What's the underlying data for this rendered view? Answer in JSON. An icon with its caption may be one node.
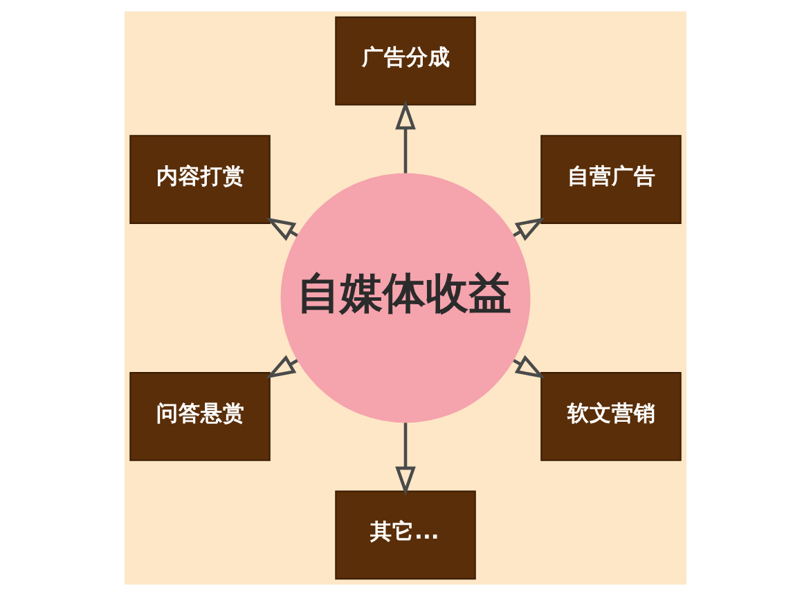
{
  "diagram": {
    "nodes": [
      {
        "text": [
          "自媒体收益"
        ]
      },
      {
        "text": [
          "广告分成"
        ]
      },
      {
        "text": [
          "内容打赏"
        ]
      },
      {
        "text": [
          "自营广告"
        ]
      },
      {
        "text": [
          "问答悬赏"
        ]
      },
      {
        "text": [
          "软文营销"
        ]
      },
      {
        "text": [
          "其它..."
        ]
      }
    ],
    "edges": [
      {
        "from": 0,
        "to": 1,
        "arrow": "to"
      },
      {
        "from": 0,
        "to": 2,
        "arrow": "to"
      },
      {
        "from": 0,
        "to": 3,
        "arrow": "to"
      },
      {
        "from": 0,
        "to": 4,
        "arrow": "to"
      },
      {
        "from": 0,
        "to": 5,
        "arrow": "to"
      },
      {
        "from": 0,
        "to": 6,
        "arrow": "to"
      }
    ]
  }
}
